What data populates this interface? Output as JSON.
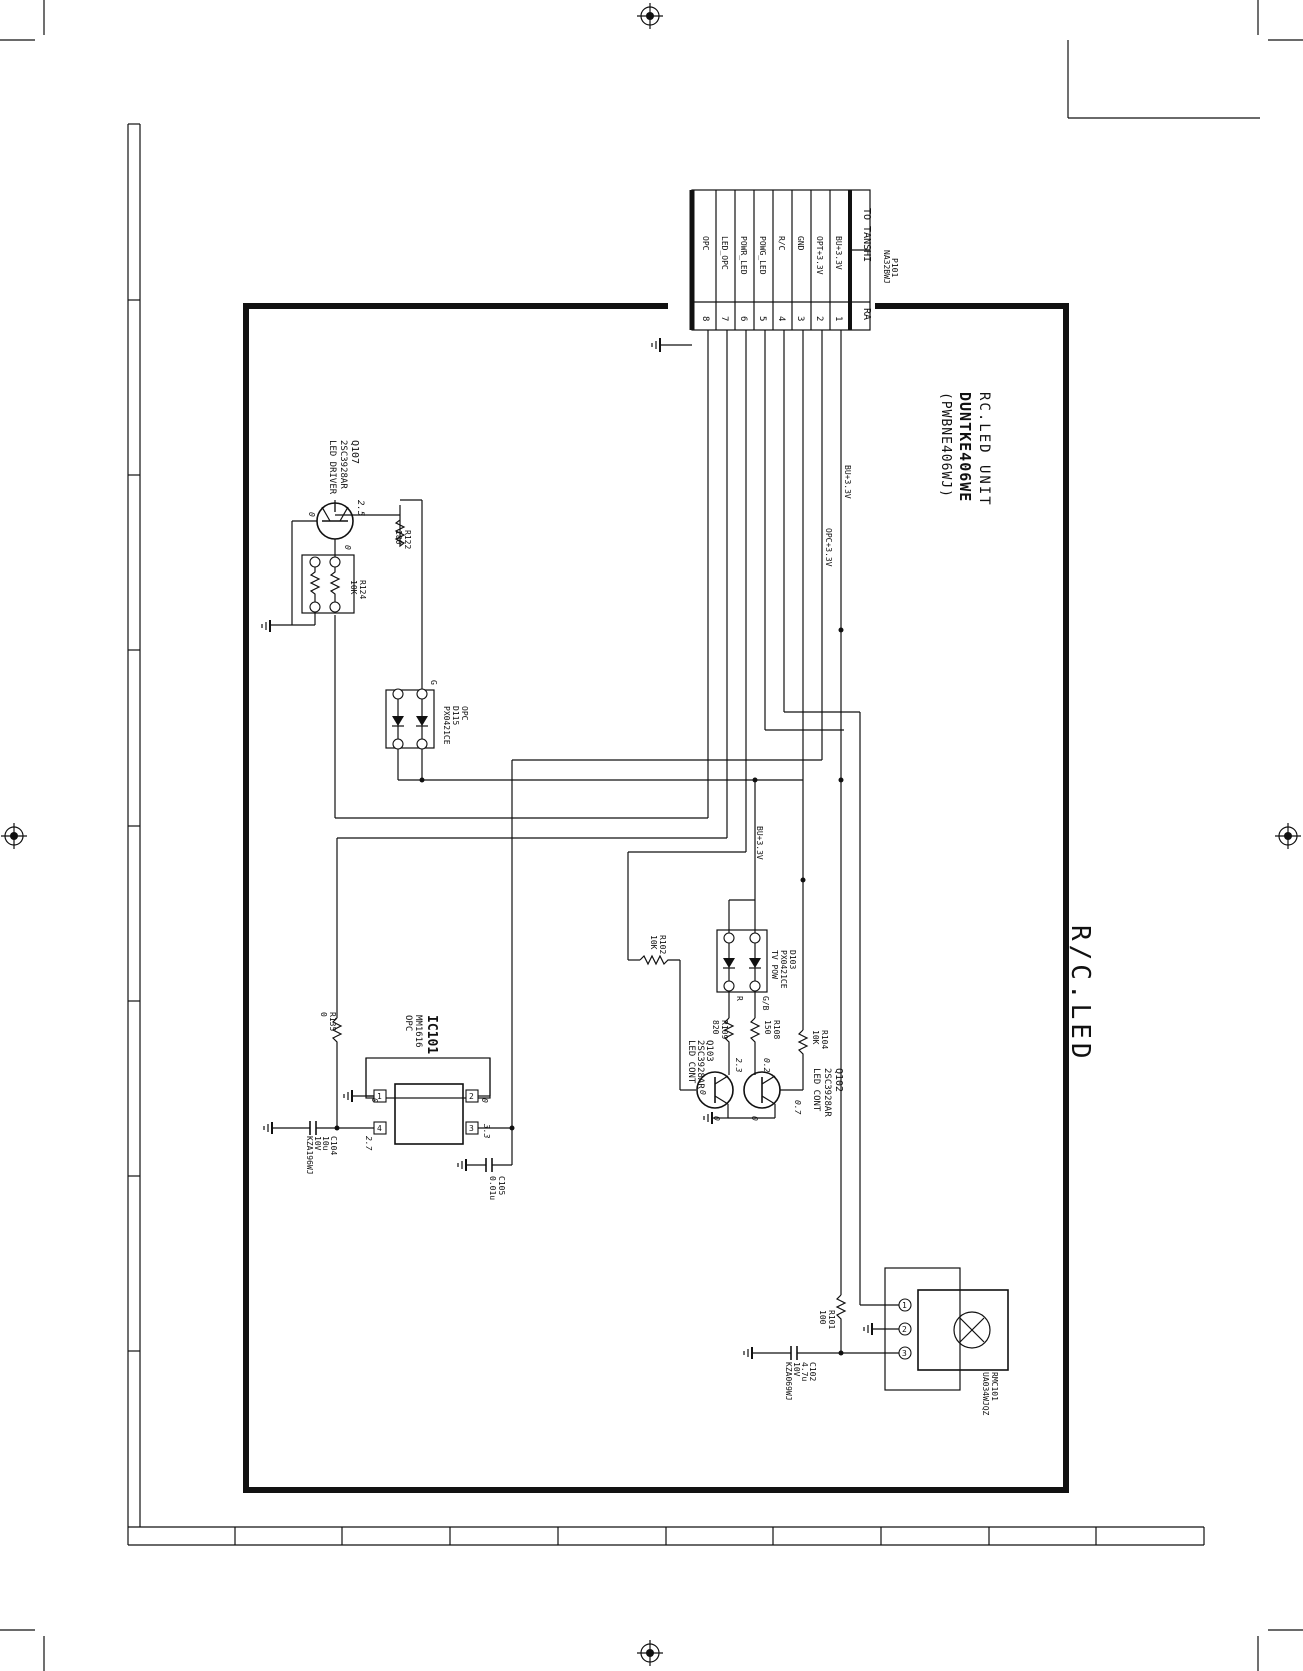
{
  "sheet": {
    "title": "R/C.LED"
  },
  "unit": {
    "line1": "RC.LED UNIT",
    "line2": "DUNTKE406WE",
    "line3": "(PWBNE406WJ)"
  },
  "connector": {
    "ref": "P101",
    "part": "NA32BWJ",
    "dest": "TO TANSHI",
    "type": "RA",
    "pins": [
      {
        "num": "1",
        "name": "BU+3.3V"
      },
      {
        "num": "2",
        "name": "OPT+3.3V"
      },
      {
        "num": "3",
        "name": "GND"
      },
      {
        "num": "4",
        "name": "R/C"
      },
      {
        "num": "5",
        "name": "POWG_LED"
      },
      {
        "num": "6",
        "name": "POWR_LED"
      },
      {
        "num": "7",
        "name": "LED_OPC"
      },
      {
        "num": "8",
        "name": "OPC"
      }
    ]
  },
  "nets": {
    "bu": "BU+3.3V",
    "opc": "OPC+3.3V",
    "bu2": "BU+3.3V"
  },
  "q107": {
    "ref": "Q107",
    "part": "2SC3928AR",
    "func": "LED DRIVER",
    "v1": "2.5",
    "v2": "0",
    "v3": "0"
  },
  "r122": {
    "ref": "R122",
    "val": "180"
  },
  "r124": {
    "ref": "R124",
    "val": "10K"
  },
  "d115": {
    "ref": "D115",
    "part": "PX0421CE",
    "label": "OPC",
    "pin": "G"
  },
  "ic101": {
    "ref": "IC101",
    "part": "MM1616",
    "func": "OPC",
    "v_out": "2.7",
    "v_in": "3.3",
    "v_a": "0",
    "v_b": "0"
  },
  "r135": {
    "ref": "R135",
    "val": "0"
  },
  "c104": {
    "ref": "C104",
    "val": "10u",
    "volt": "10V",
    "part": "KZA196WJ"
  },
  "c105": {
    "ref": "C105",
    "val": "0.01u"
  },
  "d103": {
    "ref": "D103",
    "part": "PX0421CE",
    "func": "TV POW",
    "pin_r": "R",
    "pin_gb": "G/B"
  },
  "r102": {
    "ref": "R102",
    "val": "10K"
  },
  "r104": {
    "ref": "R104",
    "val": "10K"
  },
  "r108": {
    "ref": "R108",
    "val": "150"
  },
  "r109": {
    "ref": "R109",
    "val": "820"
  },
  "q102": {
    "ref": "Q102",
    "part": "2SC3928AR",
    "func": "LED CONT",
    "v1": "0.2",
    "v2": "0.7",
    "v3": "0"
  },
  "q103": {
    "ref": "Q103",
    "part": "2SC3928AR",
    "func": "LED CONT",
    "v1": "2.3",
    "v2": "0",
    "v3": "0"
  },
  "r101": {
    "ref": "R101",
    "val": "100"
  },
  "c102": {
    "ref": "C102",
    "val": "4.7u",
    "volt": "10V",
    "part": "KZA069WJ"
  },
  "rmc101": {
    "ref": "RMC101",
    "part": "UA034WJQZ"
  }
}
